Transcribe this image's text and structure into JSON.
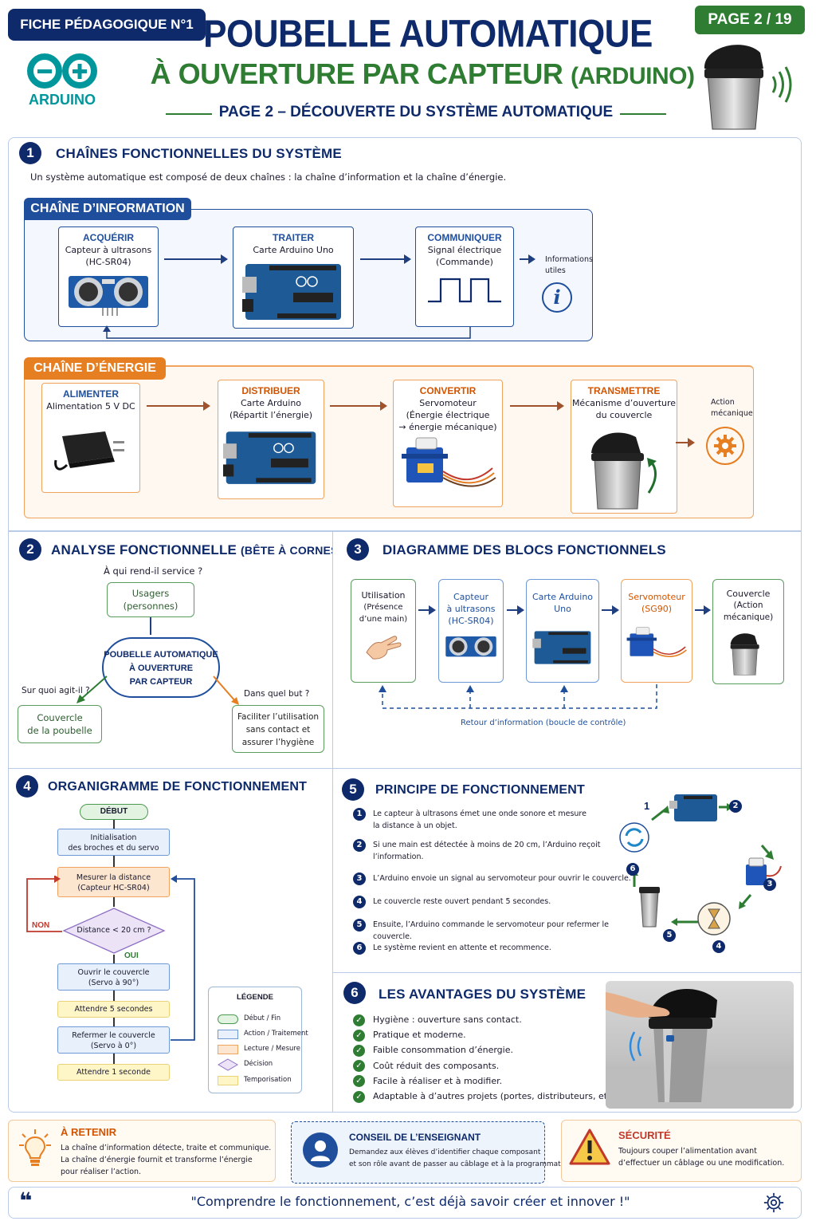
{
  "header": {
    "badge": "FICHE PÉDAGOGIQUE N°1",
    "logo_text": "ARDUINO",
    "title_line1": "POUBELLE AUTOMATIQUE",
    "title_line2": "À OUVERTURE PAR CAPTEUR",
    "title_line2_suffix": "(ARDUINO)",
    "subtitle": "PAGE 2 – DÉCOUVERTE DU SYSTÈME AUTOMATIQUE",
    "page": "PAGE 2 / 19"
  },
  "s1": {
    "num": "1",
    "title": "CHAÎNES FONCTIONNELLES DU SYSTÈME",
    "intro": "Un système automatique est composé de deux chaînes : la chaîne d’information et la chaîne d’énergie.",
    "info_label": "CHAÎNE D’INFORMATION",
    "info": [
      {
        "title": "ACQUÉRIR",
        "l1": "Capteur à ultrasons",
        "l2": "(HC-SR04)"
      },
      {
        "title": "TRAITER",
        "l1": "Carte Arduino Uno",
        "l2": ""
      },
      {
        "title": "COMMUNIQUER",
        "l1": "Signal électrique",
        "l2": "(Commande)"
      }
    ],
    "info_out1": "Informations",
    "info_out2": "utiles",
    "energy_label": "CHAÎNE D’ÉNERGIE",
    "energy": [
      {
        "title": "ALIMENTER",
        "l1": "Alimentation 5 V DC",
        "l2": "",
        "l3": ""
      },
      {
        "title": "DISTRIBUER",
        "l1": "Carte Arduino",
        "l2": "(Répartit l’énergie)",
        "l3": ""
      },
      {
        "title": "CONVERTIR",
        "l1": "Servomoteur",
        "l2": "(Énergie électrique",
        "l3": "→ énergie mécanique)"
      },
      {
        "title": "TRANSMETTRE",
        "l1": "Mécanisme d’ouverture",
        "l2": "du couvercle",
        "l3": ""
      }
    ],
    "energy_out1": "Action",
    "energy_out2": "mécanique"
  },
  "s2": {
    "num": "2",
    "title": "ANALYSE FONCTIONNELLE",
    "title_suffix": "(BÊTE À CORNES)",
    "q1": "À qui rend-il service ?",
    "users1": "Usagers",
    "users2": "(personnes)",
    "center1": "POUBELLE AUTOMATIQUE",
    "center2": "À OUVERTURE",
    "center3": "PAR CAPTEUR",
    "q2": "Sur quoi agit-il ?",
    "q3": "Dans quel but ?",
    "left1": "Couvercle",
    "left2": "de la poubelle",
    "right1": "Faciliter l’utilisation",
    "right2": "sans contact et",
    "right3": "assurer l’hygiène"
  },
  "s3": {
    "num": "3",
    "title": "DIAGRAMME DES BLOCS FONCTIONNELS",
    "blocks": [
      {
        "l1": "Utilisation",
        "l2": "(Présence",
        "l3": "d’une main)"
      },
      {
        "l1": "Capteur",
        "l2": "à ultrasons",
        "l3": "(HC-SR04)"
      },
      {
        "l1": "Carte Arduino",
        "l2": "Uno",
        "l3": ""
      },
      {
        "l1": "Servomoteur",
        "l2": "(SG90)",
        "l3": ""
      },
      {
        "l1": "Couvercle",
        "l2": "(Action",
        "l3": "mécanique)"
      }
    ],
    "feedback": "Retour d’information (boucle de contrôle)"
  },
  "s4": {
    "num": "4",
    "title": "ORGANIGRAMME DE FONCTIONNEMENT",
    "start": "DÉBUT",
    "init1": "Initialisation",
    "init2": "des broches et du servo",
    "measure1": "Mesurer la distance",
    "measure2": "(Capteur HC-SR04)",
    "decision": "Distance < 20 cm ?",
    "no": "NON",
    "yes": "OUI",
    "open1": "Ouvrir le couvercle",
    "open2": "(Servo à 90°)",
    "wait5": "Attendre 5 secondes",
    "close1": "Refermer le couvercle",
    "close2": "(Servo à 0°)",
    "wait1": "Attendre 1 seconde",
    "legend_title": "LÉGENDE",
    "legend": [
      "Début / Fin",
      "Action / Traitement",
      "Lecture / Mesure",
      "Décision",
      "Temporisation"
    ]
  },
  "s5": {
    "num": "5",
    "title": "PRINCIPE DE FONCTIONNEMENT",
    "steps": [
      {
        "n": "1",
        "l1": "Le capteur à ultrasons émet une onde sonore et mesure",
        "l2": "la distance à un objet."
      },
      {
        "n": "2",
        "l1": "Si une main est détectée à moins de 20 cm, l’Arduino reçoit",
        "l2": "l’information."
      },
      {
        "n": "3",
        "l1": "L’Arduino envoie un signal au servomoteur pour ouvrir le couvercle.",
        "l2": ""
      },
      {
        "n": "4",
        "l1": "Le couvercle reste ouvert pendant 5 secondes.",
        "l2": ""
      },
      {
        "n": "5",
        "l1": "Ensuite, l’Arduino commande le servomoteur pour refermer le couvercle.",
        "l2": ""
      },
      {
        "n": "6",
        "l1": "Le système revient en attente et recommence.",
        "l2": ""
      }
    ],
    "cycle": [
      "1",
      "2",
      "3",
      "4",
      "5",
      "6"
    ]
  },
  "s6": {
    "num": "6",
    "title": "LES AVANTAGES DU SYSTÈME",
    "items": [
      "Hygiène : ouverture sans contact.",
      "Pratique et moderne.",
      "Faible consommation d’énergie.",
      "Coût réduit des composants.",
      "Facile à réaliser et à modifier.",
      "Adaptable à d’autres projets (portes, distributeurs, etc.)."
    ]
  },
  "footer": {
    "remember_title": "À RETENIR",
    "remember1": "La chaîne d’information détecte, traite et communique.",
    "remember2": "La chaîne d’énergie fournit et transforme l’énergie",
    "remember3": "pour réaliser l’action.",
    "advice_title": "CONSEIL DE L’ENSEIGNANT",
    "advice1": "Demandez aux élèves d’identifier chaque composant",
    "advice2": "et son rôle avant de passer au câblage et à la programmation.",
    "safety_title": "SÉCURITÉ",
    "safety1": "Toujours couper l’alimentation avant",
    "safety2": "d’effectuer un câblage ou une modification.",
    "quote_mark": "❝",
    "quote": "\"Comprendre le fonctionnement, c’est déjà savoir créer et innover !\""
  }
}
